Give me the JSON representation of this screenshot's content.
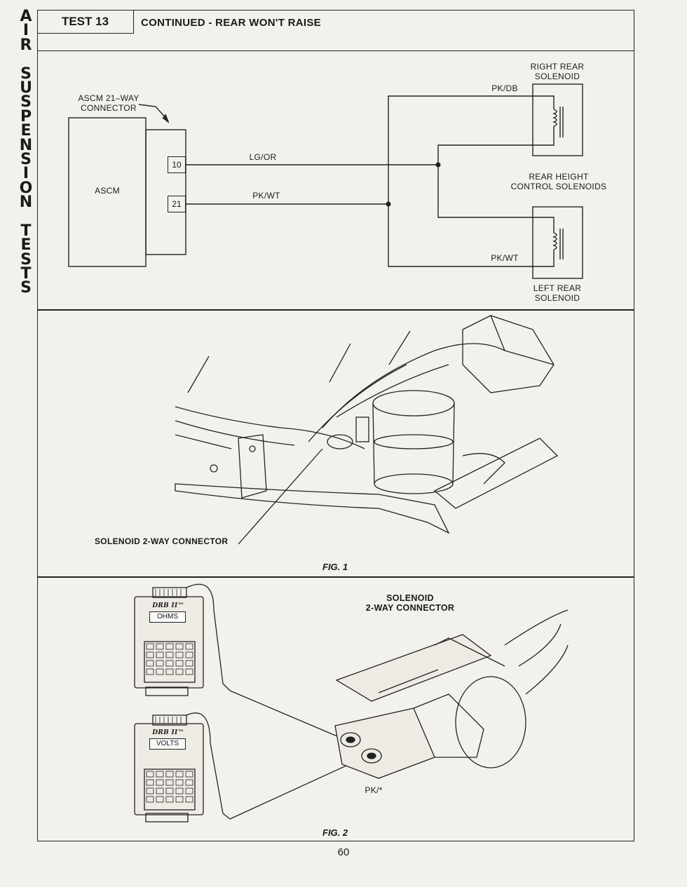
{
  "side_title": [
    "A",
    "I",
    "R",
    "",
    "S",
    "U",
    "S",
    "P",
    "E",
    "N",
    "S",
    "I",
    "O",
    "N",
    "",
    "T",
    "E",
    "S",
    "T",
    "S"
  ],
  "header": {
    "test_label": "TEST 13",
    "title": "CONTINUED - REAR WON'T RAISE"
  },
  "schematic": {
    "connector_label": "ASCM 21–WAY\nCONNECTOR",
    "module_label": "ASCM",
    "pin_10": "10",
    "pin_21": "21",
    "wire_lg_or": "LG/OR",
    "wire_pk_wt_left": "PK/WT",
    "wire_pk_db": "PK/DB",
    "wire_pk_wt_right": "PK/WT",
    "right_solenoid": "RIGHT REAR\nSOLENOID",
    "left_solenoid": "LEFT REAR\nSOLENOID",
    "rear_height": "REAR HEIGHT\nCONTROL SOLENOIDS"
  },
  "fig1": {
    "callout": "SOLENOID 2-WAY CONNECTOR",
    "caption": "FIG. 1"
  },
  "fig2": {
    "connector_label": "SOLENOID\n2-WAY CONNECTOR",
    "meter_brand_top": "DRB II™",
    "meter_brand_bottom": "DRB II™",
    "meter_top_mode": "OHMS",
    "meter_bottom_mode": "VOLTS",
    "wire_label": "PK/*",
    "caption": "FIG. 2"
  },
  "page_number": "60"
}
